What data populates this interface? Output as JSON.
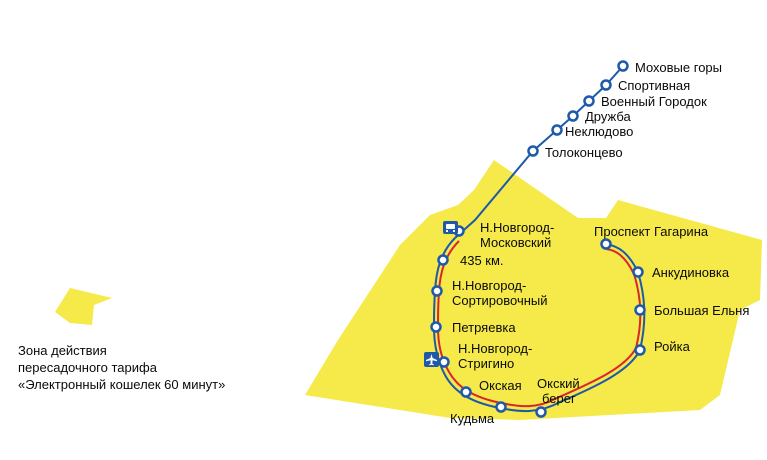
{
  "colors": {
    "zone": "#f6ea4a",
    "line_blue": "#1e5aa8",
    "line_red": "#d9262e",
    "station_fill": "#ffffff",
    "text": "#0a0a0a"
  },
  "icons": {
    "rail": "train-icon",
    "airport": "airplane-icon"
  },
  "stations": {
    "mokhovye_gory": "Моховые горы",
    "sportivnaya": "Спортивная",
    "voenny_gorodok": "Военный Городок",
    "druzhba": "Дружба",
    "neklyudovo": "Неклюдово",
    "tolokontsevo": "Толоконцево",
    "moskovsky_1": "Н.Новгород-",
    "moskovsky_2": "Московский",
    "km435": "435 км.",
    "sortirovochny_1": "Н.Новгород-",
    "sortirovochny_2": "Сортировочный",
    "petryaevka": "Петряевка",
    "strigino_1": "Н.Новгород-",
    "strigino_2": "Стригино",
    "okskaya": "Окская",
    "kudma": "Кудьма",
    "oksky_bereg_1": "Окский",
    "oksky_bereg_2": "берег",
    "roika": "Ройка",
    "bolshaya_elnya": "Большая Ельня",
    "ankudinovka": "Анкудиновка",
    "prospekt_gagarina": "Проспект Гагарина"
  },
  "legend": {
    "line1": "Зона действия",
    "line2": "пересадочного тарифа",
    "line3": "«Электронный кошелек 60 минут»"
  }
}
